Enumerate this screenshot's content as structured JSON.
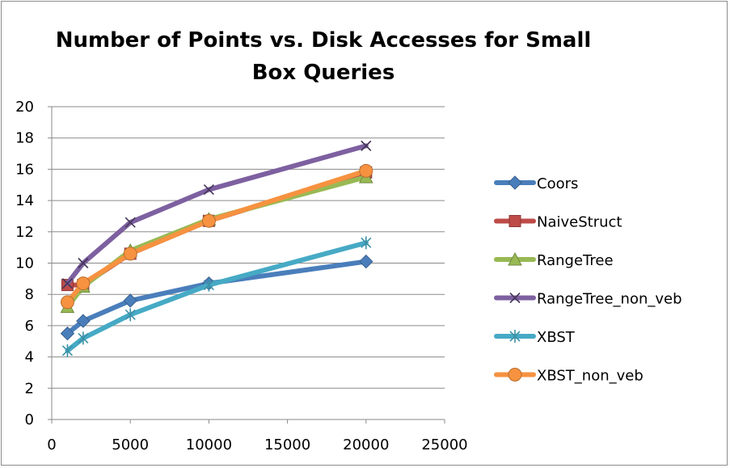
{
  "chart_data": {
    "type": "line",
    "title": "Number of Points vs. Disk Accesses for Small Box Queries",
    "xlabel": "",
    "ylabel": "",
    "xlim": [
      0,
      25000
    ],
    "ylim": [
      0,
      20
    ],
    "xticks": [
      0,
      5000,
      10000,
      15000,
      20000,
      25000
    ],
    "yticks": [
      0,
      2,
      4,
      6,
      8,
      10,
      12,
      14,
      16,
      18,
      20
    ],
    "grid": "horizontal",
    "legend_position": "right",
    "x": [
      1000,
      2000,
      5000,
      10000,
      20000
    ],
    "series": [
      {
        "name": "Coors",
        "color": "#4a7ebb",
        "marker": "diamond",
        "values": [
          5.5,
          6.3,
          7.6,
          8.7,
          10.1
        ]
      },
      {
        "name": "NaiveStruct",
        "color": "#be4b48",
        "marker": "square",
        "values": [
          8.6,
          8.6,
          10.6,
          12.7,
          15.8
        ]
      },
      {
        "name": "RangeTree",
        "color": "#98b954",
        "marker": "triangle",
        "values": [
          7.2,
          8.5,
          10.8,
          12.8,
          15.5
        ]
      },
      {
        "name": "RangeTree_non_veb",
        "color": "#7d60a0",
        "marker": "x",
        "values": [
          8.7,
          10.0,
          12.6,
          14.7,
          17.5
        ]
      },
      {
        "name": "XBST",
        "color": "#46aac5",
        "marker": "asterisk",
        "values": [
          4.4,
          5.2,
          6.7,
          8.6,
          11.3
        ]
      },
      {
        "name": "XBST_non_veb",
        "color": "#f69240",
        "marker": "circle",
        "values": [
          7.5,
          8.7,
          10.6,
          12.7,
          15.9
        ]
      }
    ]
  }
}
